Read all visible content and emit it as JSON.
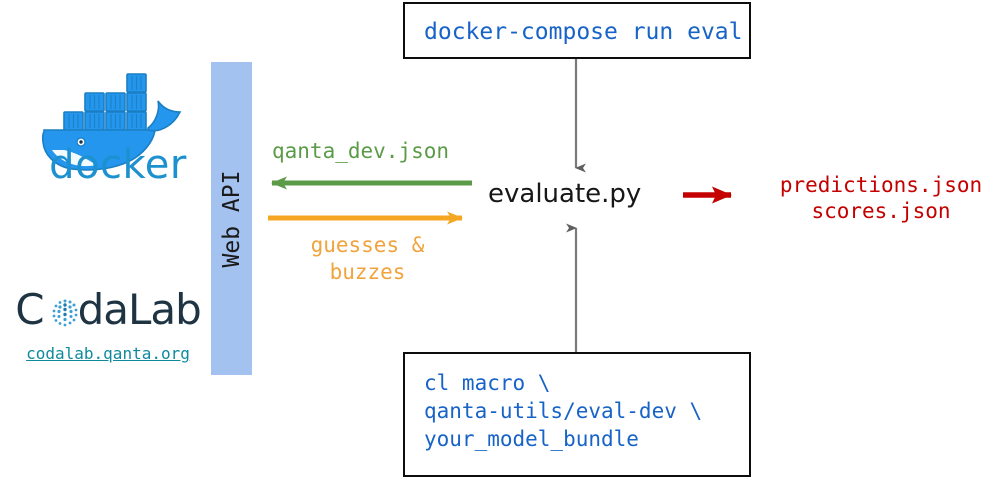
{
  "diagram": {
    "title": "QANTA evaluation pipeline",
    "colors": {
      "docker_blue": "#1d91d0",
      "code_blue": "#1763c7",
      "output_red": "#c40000",
      "arrow_green": "#5b9b48",
      "arrow_orange": "#f5a623",
      "arrow_gray": "#6b6b6b",
      "webapi_bar": "#a3c2f0",
      "codalab_dark": "#1f3442",
      "codalab_link": "#0f8a9c",
      "box_border": "#0d0d0d"
    }
  },
  "top_box": {
    "command": "docker-compose run eval"
  },
  "bottom_box": {
    "command": "cl macro \\\nqanta-utils/eval-dev \\\nyour_model_bundle"
  },
  "center": {
    "script_label": "evaluate.py"
  },
  "outputs": {
    "files": "predictions.json\nscores.json"
  },
  "web_api": {
    "label": "Web API"
  },
  "arrows": {
    "qanta_dev_label": "qanta_dev.json",
    "guesses_label": "guesses &\nbuzzes"
  },
  "docker": {
    "wordmark": "docker",
    "logo_name": "docker-whale-logo"
  },
  "codalab": {
    "wordmark_part1": "C",
    "wordmark_part2": "daLab",
    "url": "codalab.qanta.org",
    "logo_name": "codalab-globe-logo"
  }
}
